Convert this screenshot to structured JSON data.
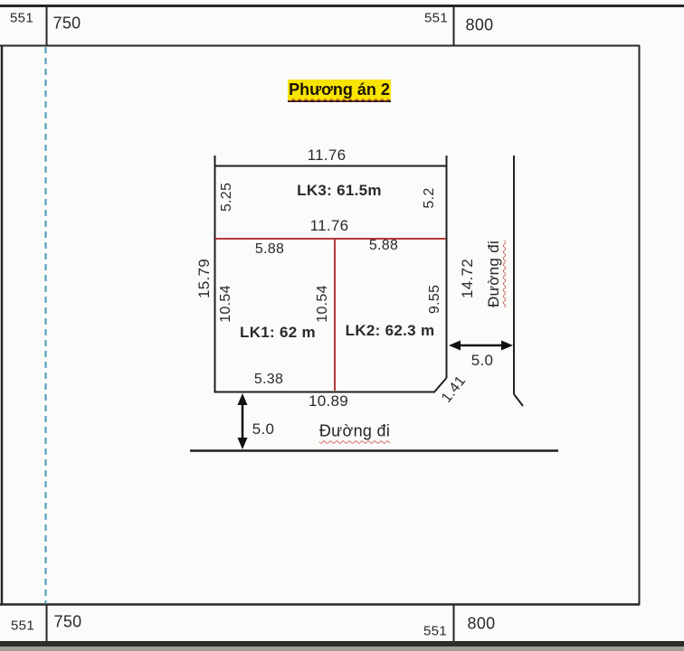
{
  "grid_labels": {
    "top_left_small": "551",
    "top_left_big": "750",
    "top_right_small": "551",
    "top_right_big": "800",
    "bottom_left_small": "551",
    "bottom_left_big": "750",
    "bottom_right_small": "551",
    "bottom_right_big": "800"
  },
  "title": {
    "text": "Phương án 2"
  },
  "lots": {
    "lk3": "LK3: 61.5m",
    "lk1": "LK1: 62 m",
    "lk2": "LK2: 62.3 m"
  },
  "dimensions": {
    "top_width": "11.76",
    "lk3_left_depth": "5.25",
    "lk3_right_depth": "5.2",
    "mid_width": "11.76",
    "lk1_front": "5.88",
    "lk2_front": "5.88",
    "left_total_depth": "15.79",
    "lk1_left_depth": "10.54",
    "lk1_right_depth": "10.54",
    "lk2_right_depth": "9.55",
    "right_total_depth": "14.72",
    "lk1_back": "5.38",
    "bottom_width": "10.89",
    "chamfer_length": "1.41",
    "right_road_width": "5.0",
    "bottom_road_width": "5.0"
  },
  "roads": {
    "bottom": "Đường đi",
    "right": "Đường đi"
  },
  "colors": {
    "lot_divider_red": "#b23b38",
    "boundary_dash_blue": "#55a0bf",
    "title_highlight_yellow": "#f7e400",
    "spellcheck_red": "#cc6a66",
    "line_black": "#1f1f1f"
  }
}
